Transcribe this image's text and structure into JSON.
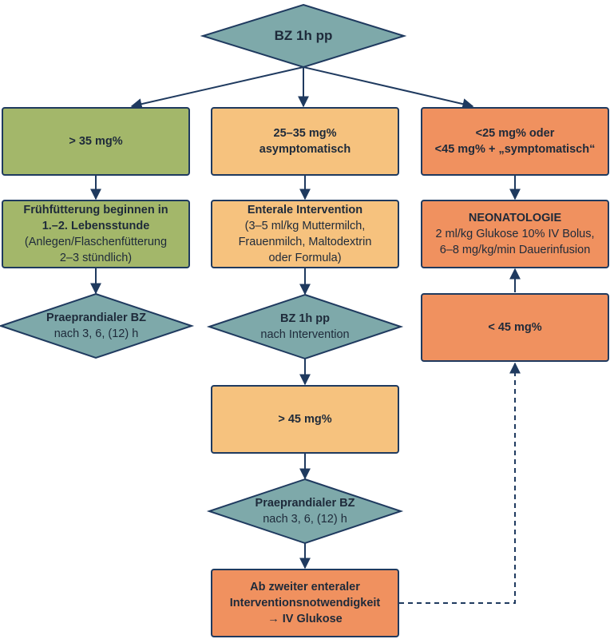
{
  "colors": {
    "border": "#1f3a5f",
    "diamond_fill": "#7ea9aa",
    "green": "#a3b76a",
    "yellow": "#f6c27e",
    "orange": "#f0915f"
  },
  "nodes": {
    "top": {
      "lines": [
        "BZ 1h pp"
      ]
    },
    "left_range": {
      "lines": [
        "> 35 mg%"
      ]
    },
    "left_feed": {
      "lines": [
        "Frühfütterung beginnen in",
        "1.–2. Lebensstunde",
        "(Anlegen/Flaschenfütterung",
        "2–3 stündlich)"
      ]
    },
    "left_prae": {
      "lines": [
        "Praeprandialer BZ",
        "nach 3, 6, (12) h"
      ]
    },
    "mid_range": {
      "lines": [
        "25–35 mg%",
        "asymptomatisch"
      ]
    },
    "mid_enteral": {
      "lines": [
        "Enterale Intervention",
        "(3–5 ml/kg Muttermilch,",
        "Frauenmilch, Maltodextrin",
        "oder Formula)"
      ]
    },
    "mid_bz": {
      "lines": [
        "BZ 1h pp",
        "nach Intervention"
      ]
    },
    "mid_gt45": {
      "lines": [
        "> 45 mg%"
      ]
    },
    "mid_prae": {
      "lines": [
        "Praeprandialer BZ",
        "nach 3, 6, (12) h"
      ]
    },
    "mid_ab": {
      "lines": [
        "Ab zweiter enteraler",
        "Interventionsnotwendigkeit",
        "→ IV Glukose"
      ]
    },
    "right_range": {
      "lines": [
        "<25 mg% oder",
        "<45 mg% + „symptomatisch“"
      ]
    },
    "right_neo": {
      "lines": [
        "NEONATOLOGIE",
        "2 ml/kg Glukose 10% IV Bolus,",
        "6–8 mg/kg/min Dauerinfusion"
      ]
    },
    "right_lt45": {
      "lines": [
        "< 45 mg%"
      ]
    }
  }
}
